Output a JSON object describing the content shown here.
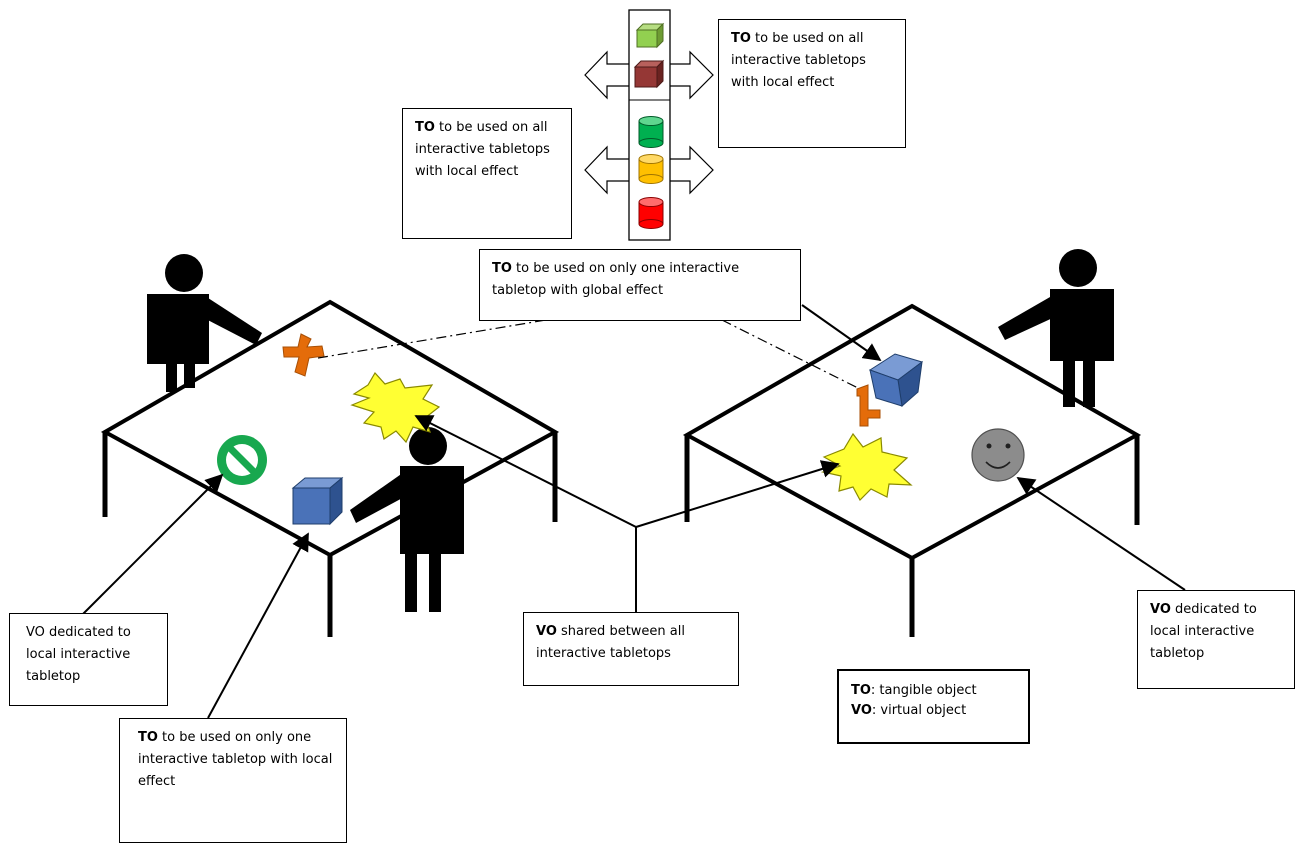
{
  "notes": {
    "to_all_right": {
      "bold": "TO",
      "text": " to be used on all interactive tabletops with local effect",
      "lines": [
        "TO to be used on",
        "all interactive",
        "tabletops with local",
        "effect"
      ]
    },
    "to_all_left": {
      "bold": "TO",
      "text": " to be used on all interactive tabletops with local effect",
      "lines": [
        "TO to be used on",
        "all interactive",
        "tabletops with",
        "local effect"
      ]
    },
    "to_one_global": {
      "bold": "TO",
      "text": " to be used on only one interactive tabletop with global effect",
      "lines": [
        "TO to be used on only one interactive",
        "tabletop with global effect"
      ]
    },
    "vo_local_left": {
      "text": "VO dedicated to local interactive tabletop",
      "lines": [
        "VO dedicated to",
        "local interactive",
        "tabletop"
      ]
    },
    "to_one_local": {
      "bold": "TO",
      "text": " to be used on only one interactive tabletop with local effect",
      "lines": [
        "TO to be used on only",
        "one interactive tabletop",
        "with local effect"
      ]
    },
    "vo_shared": {
      "bold": "VO",
      "text": "  shared between all interactive tabletops",
      "lines": [
        "VO  shared between all",
        "interactive tabletops"
      ]
    },
    "vo_local_right": {
      "bold": "VO",
      "text": " dedicated to local interactive tabletop",
      "lines": [
        "VO dedicated to",
        "local interactive",
        "tabletop"
      ]
    }
  },
  "legend": {
    "to_abbr": "TO",
    "to_text": ": tangible object",
    "vo_abbr": "VO",
    "vo_text": ": virtual object"
  },
  "icons": [
    "green-cube-icon",
    "red-cube-icon",
    "green-cylinder-icon",
    "orange-cylinder-icon",
    "red-cylinder-icon",
    "orange-cross-icon",
    "blue-cube-icon",
    "yellow-star-icon",
    "prohibited-sign-icon",
    "smiley-face-icon",
    "person-icon"
  ],
  "colors": {
    "cube_blue": "#4a72b8",
    "cross_orange": "#e46c0a",
    "star_yellow": "#ffff33",
    "forbid_green": "#18a84f",
    "smiley_grey": "#8c8c8c",
    "cube_green": "#92d050",
    "cube_red": "#953735",
    "cyl_green": "#00b050",
    "cyl_orange": "#ffc000",
    "cyl_red": "#ff0000"
  }
}
